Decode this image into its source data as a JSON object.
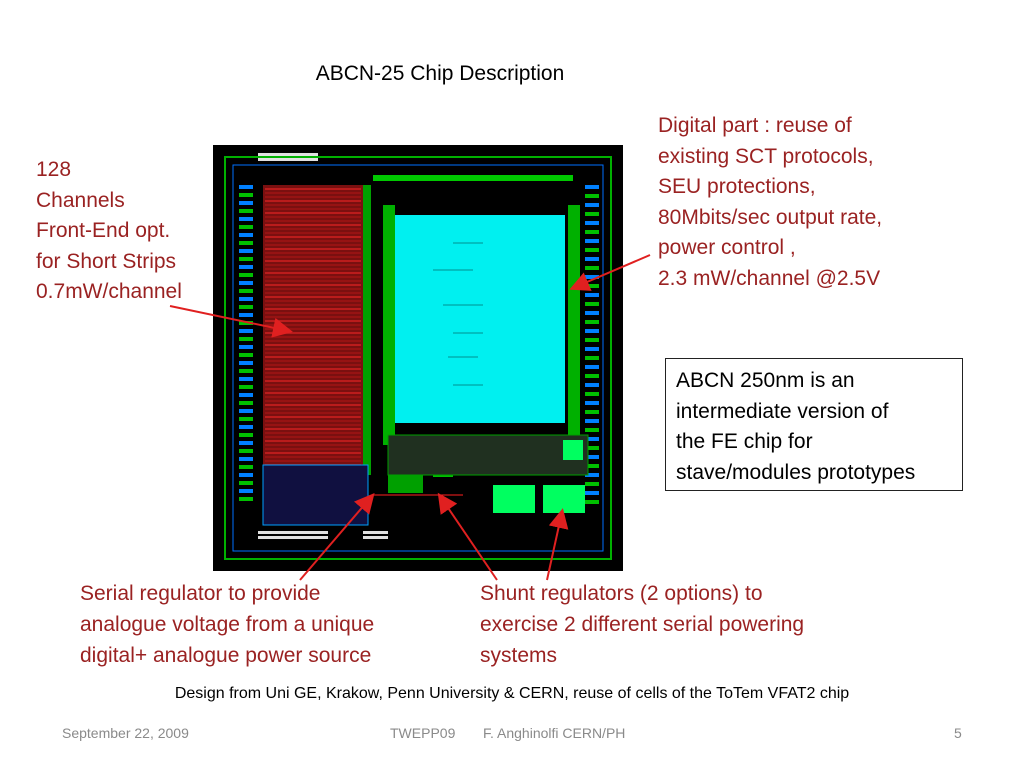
{
  "slide": {
    "title": "ABCN-25 Chip Description",
    "channels_note": [
      "128",
      "Channels",
      "Front-End opt.",
      "for Short  Strips",
      "0.7mW/channel"
    ],
    "digital_note": [
      "Digital part : reuse of",
      "existing SCT protocols,",
      "SEU protections,",
      "80Mbits/sec output rate,",
      "power  control ,",
      "2.3 mW/channel @2.5V"
    ],
    "version_box": [
      "ABCN 250nm is an",
      "intermediate version of",
      "the FE chip for",
      "stave/modules prototypes"
    ],
    "serial_note": [
      "Serial regulator to provide",
      "analogue voltage from a unique",
      "digital+ analogue  power source"
    ],
    "shunt_note": [
      "Shunt regulators (2 options) to",
      "exercise 2 different serial powering",
      "systems"
    ],
    "credit": "Design from Uni GE, Krakow, Penn University & CERN, reuse of cells of the ToTem VFAT2 chip"
  },
  "footer": {
    "date": "September 22, 2009",
    "event": "TWEPP09",
    "author": "F. Anghinolfi CERN/PH",
    "page_number": "5"
  },
  "colors": {
    "annotation_text": "#9a2222",
    "arrow": "#e02020",
    "chip_background": "#000000",
    "chip_cyan_block": "#00ffff",
    "chip_red_block": "#b01818",
    "chip_green_trace": "#00c800"
  }
}
